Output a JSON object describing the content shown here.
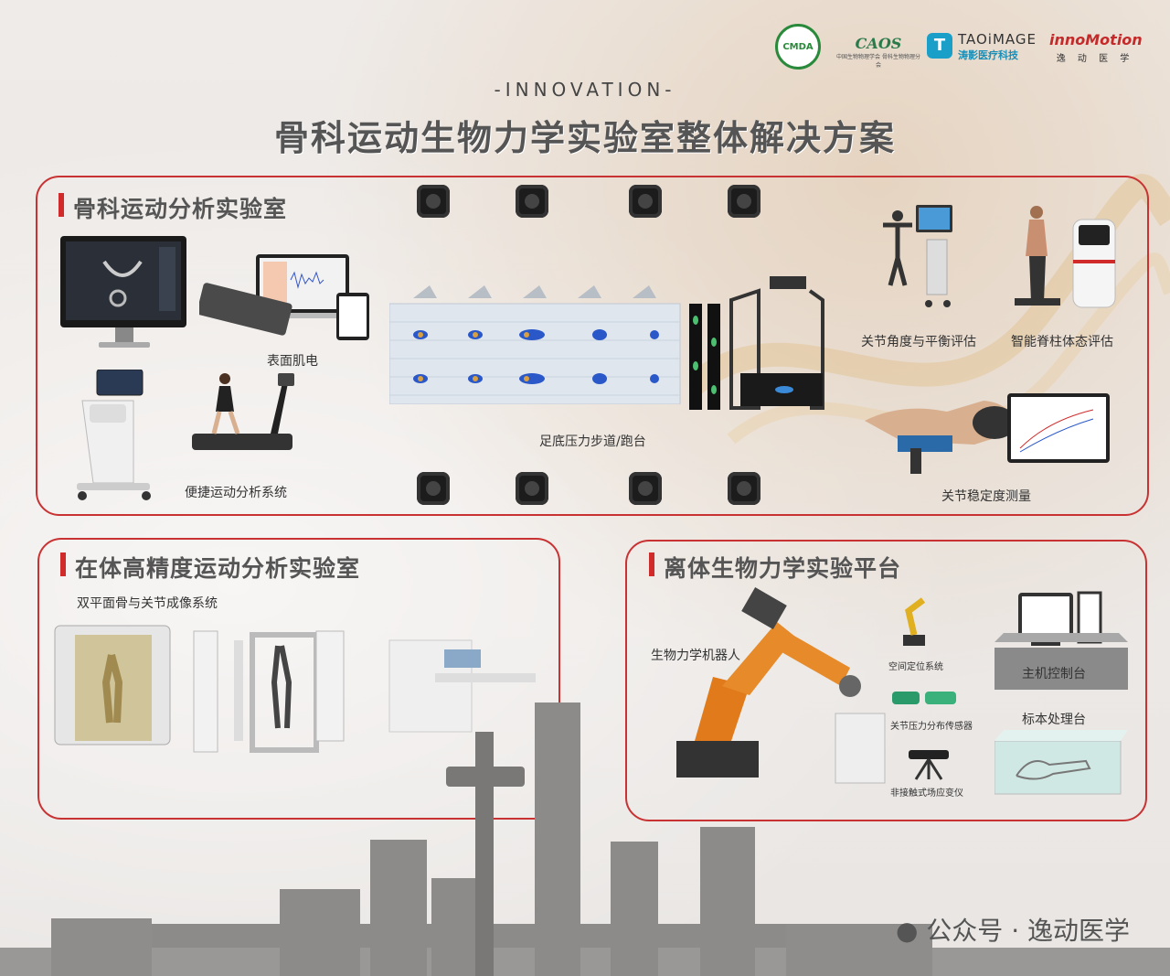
{
  "logos": {
    "cmda": "CMDA",
    "caos_main": "CAOS",
    "caos_sub": "中国生物物理学会 骨科生物物理分会",
    "taoimage": "TAOiMAGE",
    "taoimage_cn": "涛影医疗科技",
    "innomotion": "innoMotion",
    "innomotion_cn": "逸 动 医 学"
  },
  "header": {
    "innovation": "-INNOVATION-",
    "title": "骨科运动生物力学实验室整体解决方案"
  },
  "section1": {
    "title": "骨科运动分析实验室",
    "captions": {
      "emg": "表面肌电",
      "portable": "便捷运动分析系统",
      "plantar": "足底压力步道/跑台",
      "joint_angle": "关节角度与平衡评估",
      "spine": "智能脊柱体态评估",
      "stability": "关节稳定度测量"
    }
  },
  "section2": {
    "title": "在体高精度运动分析实验室",
    "caption": "双平面骨与关节成像系统"
  },
  "section3": {
    "title": "离体生物力学实验平台",
    "captions": {
      "robot": "生物力学机器人",
      "spatial": "空间定位系统",
      "joint_pressure": "关节压力分布传感器",
      "strain": "非接触式场应变仪",
      "console": "主机控制台",
      "specimen": "标本处理台"
    }
  },
  "watermark": "公众号 · 逸动医学",
  "colors": {
    "accent": "#d02a2a",
    "panel_border": "#c83232",
    "title": "#555555"
  }
}
